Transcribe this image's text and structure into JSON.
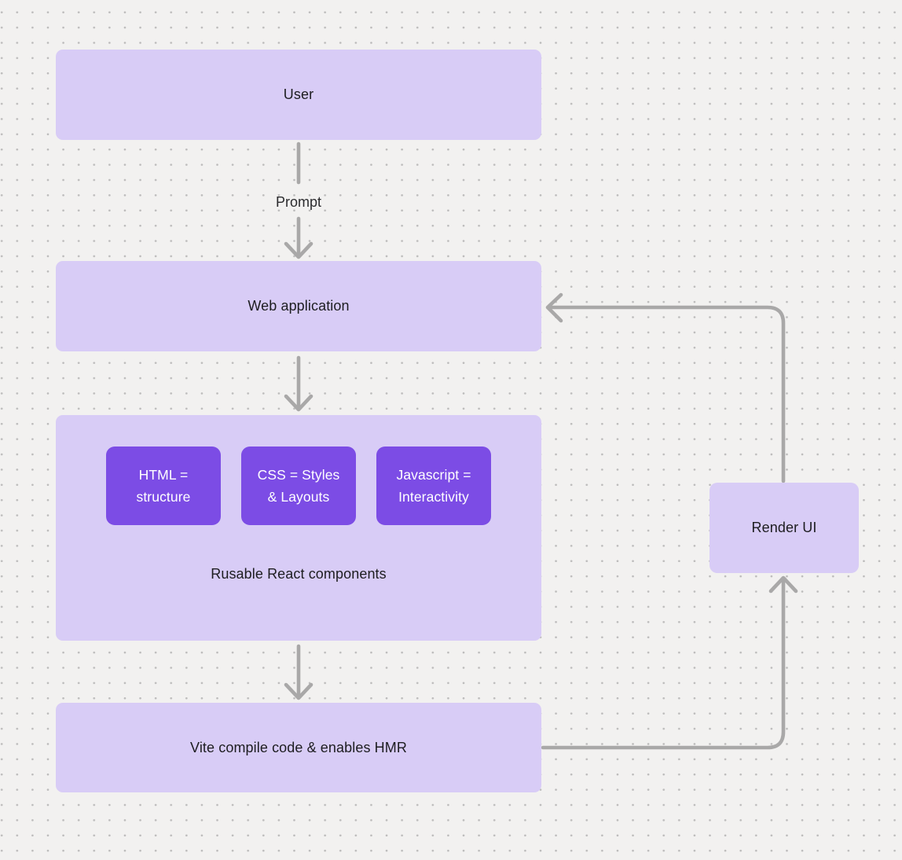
{
  "diagram": {
    "type": "flowchart",
    "background": "dotted-grid"
  },
  "colors": {
    "canvas_background": "#f2f1f0",
    "grid_dot": "#bcbbbb",
    "node_light_purple": "#d8ccf6",
    "node_dark_purple": "#7c4ce5",
    "arrow_gray": "#a9a8a8",
    "text_dark": "#1d1d20",
    "text_light": "#ffffff"
  },
  "nodes": {
    "user": {
      "label": "User"
    },
    "web_application": {
      "label": "Web application"
    },
    "components": {
      "items": [
        {
          "label": "HTML = structure"
        },
        {
          "label": "CSS = Styles & Layouts"
        },
        {
          "label": "Javascript = Interactivity"
        }
      ],
      "caption": "Rusable React components"
    },
    "vite": {
      "label": "Vite compile code & enables HMR"
    },
    "render_ui": {
      "label": "Render UI"
    }
  },
  "edges": [
    {
      "from": "User",
      "to": "Web application",
      "label": "Prompt"
    },
    {
      "from": "Web application",
      "to": "Rusable React components"
    },
    {
      "from": "Rusable React components",
      "to": "Vite compile code & enables HMR"
    },
    {
      "from": "Vite compile code & enables HMR",
      "to": "Render UI"
    },
    {
      "from": "Render UI",
      "to": "Web application"
    }
  ]
}
